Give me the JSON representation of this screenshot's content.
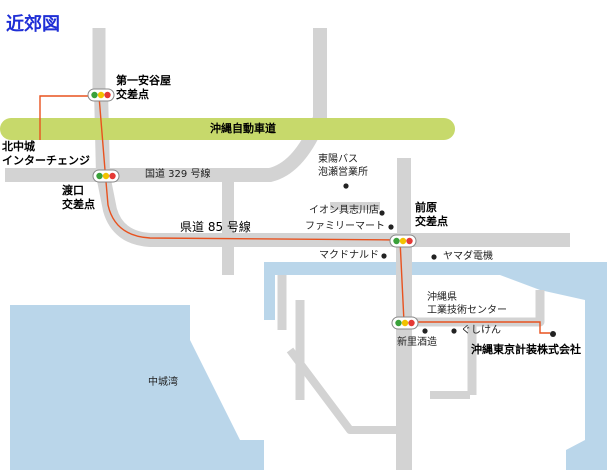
{
  "title": "近郊図",
  "colors": {
    "road": "#d3d3d3",
    "highway": "#c7d96b",
    "sea": "#bad6ea",
    "route": "#e8521f",
    "signal_red": "#e53935",
    "signal_yellow": "#f2c200",
    "signal_green": "#3aa13a"
  },
  "labels": {
    "daiichi_asatoya": "第一安谷屋\n交差点",
    "expressway": "沖縄自動車道",
    "kita_nakagusuku_ic": "北中城\nインターチェンジ",
    "route329": "国道 329 号線",
    "toyo_bus": "東陽バス\n泡瀬営業所",
    "toguchi": "渡口\n交差点",
    "aeon": "イオン具志川店",
    "maehara": "前原\n交差点",
    "route85": "県道 85 号線",
    "familymart": "ファミリーマート",
    "mcdonalds": "マクドナルド",
    "yamada": "ヤマダ電機",
    "okinawa_tech_center": "沖縄県\n工業技術センター",
    "gushiken": "ぐしけん",
    "shinzato_sake": "新里酒造",
    "company": "沖縄東京計装株式会社",
    "nakagusuku_bay": "中城湾"
  },
  "signals": [
    {
      "name": "daiichi_asatoya"
    },
    {
      "name": "toguchi"
    },
    {
      "name": "maehara"
    },
    {
      "name": "tech_center_junction"
    }
  ],
  "icons": [
    "traffic-signal-icon",
    "poi-dot-icon"
  ]
}
